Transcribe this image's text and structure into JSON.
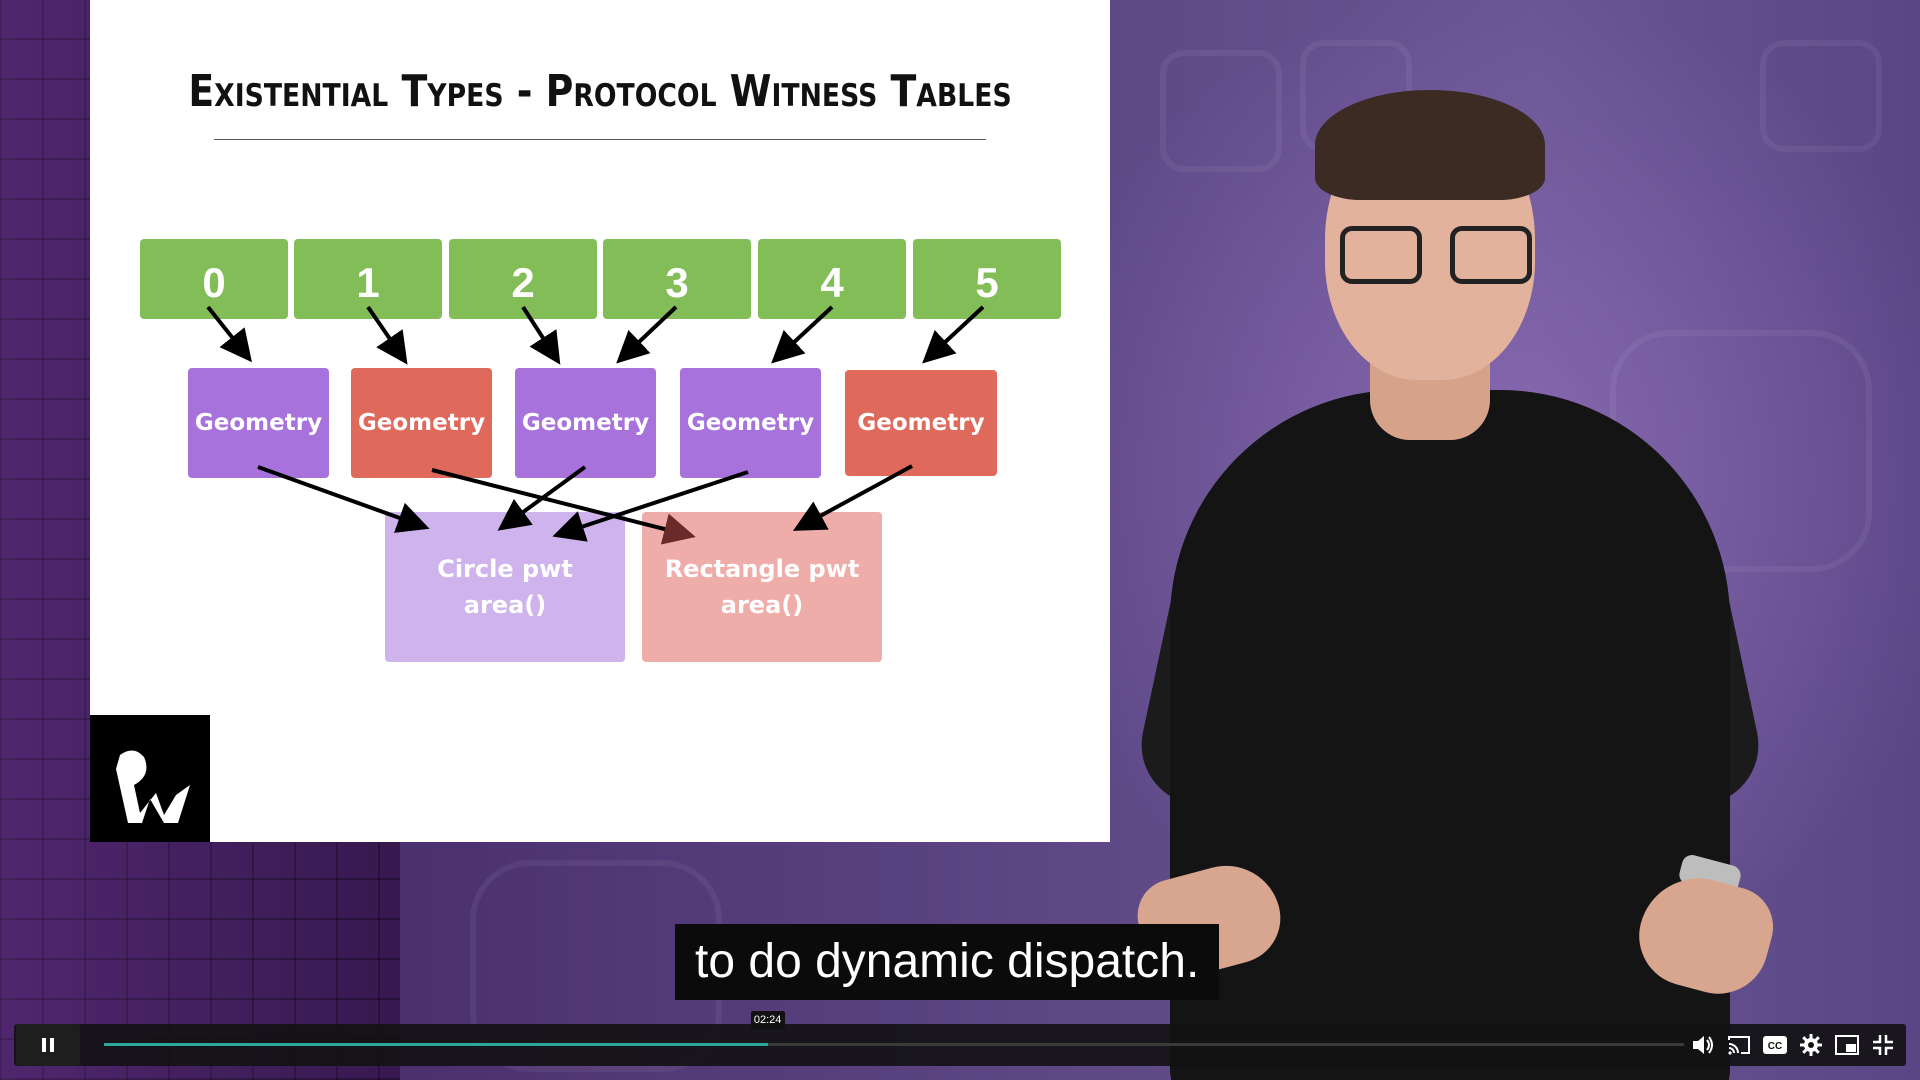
{
  "slide": {
    "title": "Existential Types - Protocol Witness Tables",
    "index_labels": [
      "0",
      "1",
      "2",
      "3",
      "4",
      "5"
    ],
    "geometry_boxes": [
      {
        "label": "Geometry",
        "color": "#a772dc"
      },
      {
        "label": "Geometry",
        "color": "#df6a5c"
      },
      {
        "label": "Geometry",
        "color": "#a772dc"
      },
      {
        "label": "Geometry",
        "color": "#a772dc"
      },
      {
        "label": "Geometry",
        "color": "#df6a5c"
      }
    ],
    "witness_tables": [
      {
        "name": "Circle pwt",
        "method": "area()",
        "color": "#cfb3ec"
      },
      {
        "name": "Rectangle pwt",
        "method": "area()",
        "color": "#efadaa"
      }
    ]
  },
  "caption": "to do dynamic dispatch.",
  "player": {
    "current_time": "02:24",
    "progress_fraction": 0.42,
    "progress_color": "#2aa99a",
    "controls": [
      "pause-icon",
      "volume-icon",
      "cast-icon",
      "captions-icon",
      "settings-icon",
      "picture-in-picture-icon",
      "exit-fullscreen-icon"
    ]
  }
}
